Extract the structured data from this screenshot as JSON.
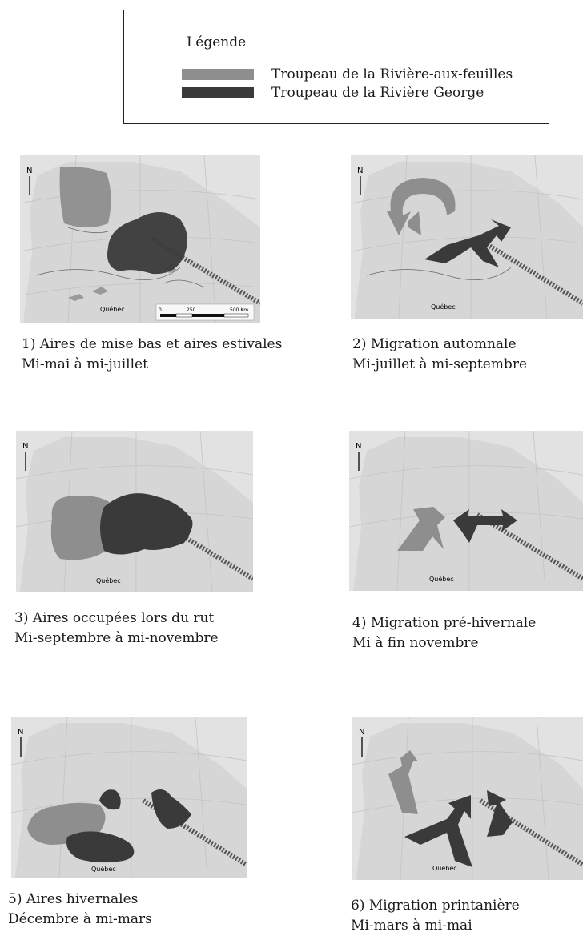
{
  "legend": {
    "title": "Légende",
    "items": [
      {
        "label": "Troupeau de la Rivière-aux-feuilles",
        "color": "#8e8e8e"
      },
      {
        "label": "Troupeau de la Rivière George",
        "color": "#3a3a3a"
      }
    ]
  },
  "map_labels": {
    "north": "N",
    "province": "Québec",
    "scale_ticks": [
      "0",
      "250",
      "500 Km"
    ]
  },
  "panels": [
    {
      "number": "1)",
      "title": "Aires de mise bas et aires estivales",
      "period": "Mi-mai à mi-juillet"
    },
    {
      "number": "2)",
      "title": "Migration automnale",
      "period": "Mi-juillet  à mi-septembre"
    },
    {
      "number": "3)",
      "title": "Aires occupées lors du rut",
      "period": "Mi-septembre à mi-novembre"
    },
    {
      "number": "4)",
      "title": "Migration pré-hivernale",
      "period": "Mi à fin novembre"
    },
    {
      "number": "5)",
      "title": "Aires hivernales",
      "period": "Décembre à mi-mars"
    },
    {
      "number": "6)",
      "title": "Migration printanière",
      "period": "Mi-mars à mi-mai"
    }
  ]
}
